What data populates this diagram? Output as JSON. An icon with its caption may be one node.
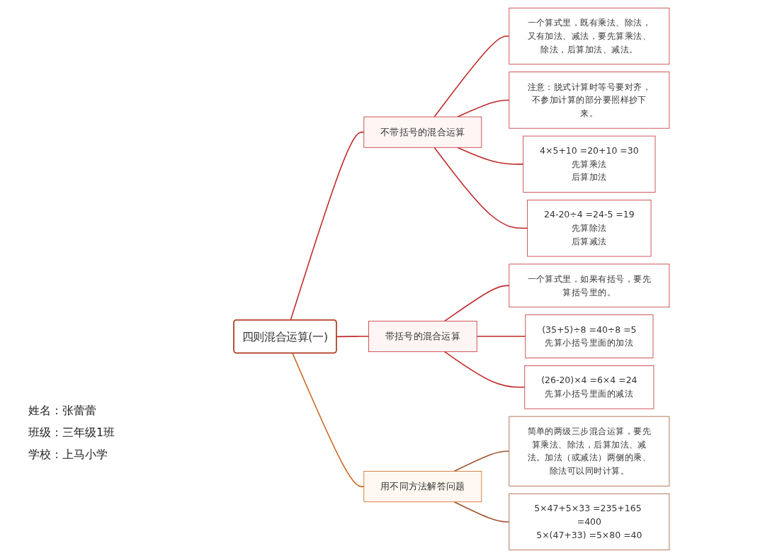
{
  "diagram": {
    "nodes": [
      {
        "text": [
          "四则混合运算(一)"
        ]
      },
      {
        "text": [
          "不带括号的混合运算"
        ]
      },
      {
        "text": [
          "一个算式里，既有乘法、除法，又有加法、减法，要先算乘法、除法，后算加法、减法。"
        ]
      },
      {
        "text": [
          "注意：脱式计算时等号要对齐，不参加计算的部分要照样抄下来。"
        ]
      },
      {
        "text": [
          "4×5+10 =20+10 =30",
          "先算乘法",
          "后算加法"
        ]
      },
      {
        "text": [
          "24-20÷4 =24-5 =19",
          "先算除法",
          "后算减法"
        ]
      },
      {
        "text": [
          "带括号的混合运算"
        ]
      },
      {
        "text": [
          "一个算式里，如果有括号，要先算括号里的。"
        ]
      },
      {
        "text": [
          "(35+5)÷8 =40÷8 =5",
          "先算小括号里面的加法"
        ]
      },
      {
        "text": [
          "(26-20)×4 =6×4 =24",
          "先算小括号里面的减法"
        ]
      },
      {
        "text": [
          "用不同方法解答问题"
        ]
      },
      {
        "text": [
          "简单的两级三步混合运算，要先算乘法、除法，后算加法、减法。加法（或减法）两侧的乘、除法可以同时计算。"
        ]
      },
      {
        "text": [
          "5×47+5×33 =235+165 =400",
          "5×(47+33) =5×80 =40"
        ]
      }
    ],
    "edges": [
      {
        "from": 0,
        "to": 1,
        "arrow": "none"
      },
      {
        "from": 1,
        "to": 2,
        "arrow": "none"
      },
      {
        "from": 1,
        "to": 3,
        "arrow": "none"
      },
      {
        "from": 1,
        "to": 4,
        "arrow": "none"
      },
      {
        "from": 1,
        "to": 5,
        "arrow": "none"
      },
      {
        "from": 0,
        "to": 6,
        "arrow": "none"
      },
      {
        "from": 6,
        "to": 7,
        "arrow": "none"
      },
      {
        "from": 6,
        "to": 8,
        "arrow": "none"
      },
      {
        "from": 6,
        "to": 9,
        "arrow": "none"
      },
      {
        "from": 0,
        "to": 10,
        "arrow": "none",
        "color": "#c8641e"
      },
      {
        "from": 10,
        "to": 11,
        "arrow": "none",
        "color": "#a0522d"
      },
      {
        "from": 10,
        "to": 12,
        "arrow": "none",
        "color": "#a0522d"
      }
    ],
    "labels": [
      "姓名：张蕾蕾",
      "班级：三年级1班",
      "学校：上马小学"
    ]
  }
}
